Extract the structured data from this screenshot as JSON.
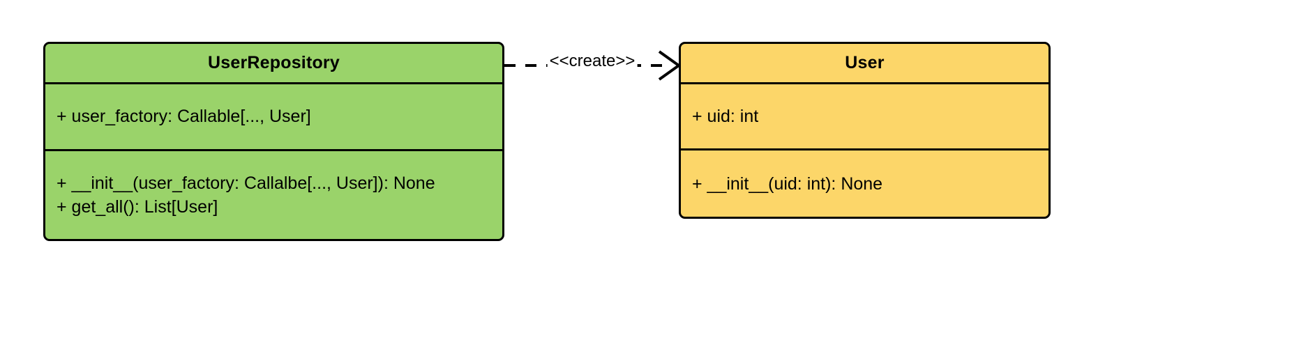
{
  "diagram": {
    "type": "uml-class-diagram",
    "background_color": "#ffffff"
  },
  "classes": [
    {
      "id": "user-repository",
      "name": "UserRepository",
      "fill_color": "#9AD36A",
      "border_color": "#000000",
      "attributes": [
        "+ user_factory: Callable[..., User]"
      ],
      "methods": [
        "+ __init__(user_factory: Callalbe[..., User]): None",
        "+ get_all(): List[User]"
      ]
    },
    {
      "id": "user",
      "name": "User",
      "fill_color": "#FCD669",
      "border_color": "#000000",
      "attributes": [
        "+ uid: int"
      ],
      "methods": [
        "+ __init__(uid: int): None"
      ]
    }
  ],
  "relationships": [
    {
      "id": "create-dependency",
      "from": "UserRepository",
      "to": "User",
      "stereotype": "<<create>>",
      "line_style": "dashed",
      "arrow_head": "open",
      "line_color": "#000000"
    }
  ]
}
